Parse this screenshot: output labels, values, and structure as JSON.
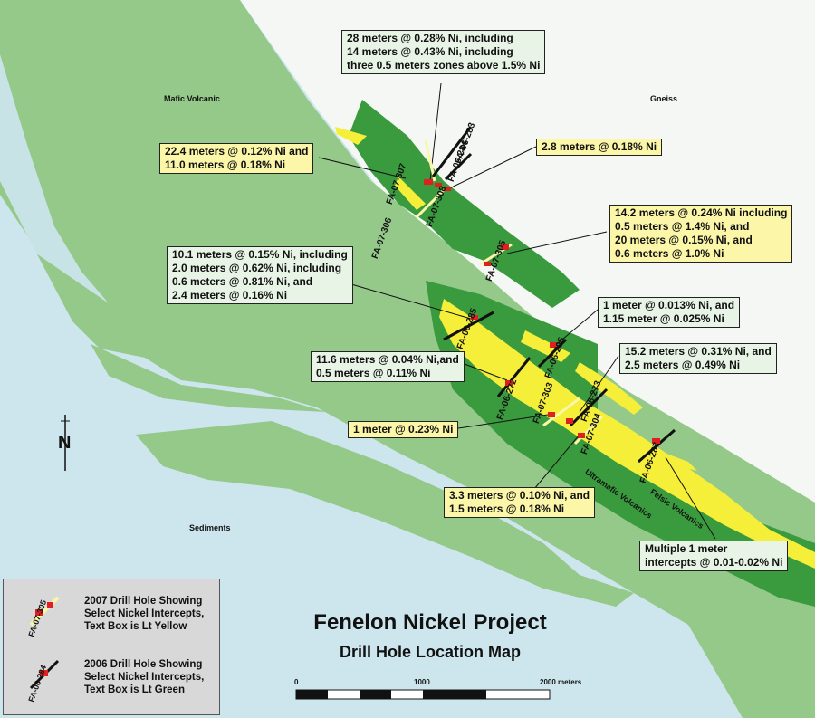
{
  "title": "Fenelon Nickel Project",
  "subtitle": "Drill Hole Location Map",
  "north_label": "N",
  "geology": {
    "mafic": "Mafic Volcanic",
    "gneiss": "Gneiss",
    "sediments": "Sediments",
    "ultramafic": "Ultramafic Volcanics",
    "felsic": "Felsic Volcanics"
  },
  "colors": {
    "water": "#cde6ee",
    "mafic": "#95c98a",
    "ultramafic": "#3a9a3e",
    "felsic": "#f5ef3a",
    "gneiss": "#f4f7f4",
    "box_2007": "#fbf6a8",
    "box_2006": "#e8f4e6"
  },
  "drill_holes": [
    "FA-06-283",
    "FA-06-284",
    "FA-07-307",
    "FA-07-308",
    "FA-07-306",
    "FA-07-305",
    "FA-06-285",
    "FA-06-295",
    "FA-06-272",
    "FA-07-303",
    "FA-06-273",
    "FA-07-304",
    "FA-06-287"
  ],
  "intercepts": [
    {
      "id": "b1",
      "lines": [
        "28 meters @ 0.28% Ni, including",
        "14 meters @ 0.43% Ni, including",
        "three 0.5 meters zones above 1.5% Ni"
      ]
    },
    {
      "id": "b2",
      "lines": [
        "22.4 meters @ 0.12% Ni and",
        "11.0 meters @ 0.18% Ni"
      ]
    },
    {
      "id": "b3",
      "lines": [
        "2.8 meters @ 0.18% Ni"
      ]
    },
    {
      "id": "b4",
      "lines": [
        "14.2 meters @ 0.24% Ni including",
        "0.5 meters @ 1.4% Ni, and",
        "20 meters @ 0.15% Ni, and",
        "0.6 meters @ 1.0% Ni"
      ]
    },
    {
      "id": "b5",
      "lines": [
        "10.1 meters @ 0.15% Ni, including",
        "2.0 meters @ 0.62% Ni, including",
        "0.6 meters @ 0.81% Ni, and",
        "2.4 meters @ 0.16% Ni"
      ]
    },
    {
      "id": "b6",
      "lines": [
        "1 meter @ 0.013% Ni, and",
        "1.15 meter @ 0.025% Ni"
      ]
    },
    {
      "id": "b7",
      "lines": [
        "11.6 meters @ 0.04% Ni,and",
        "0.5 meters @ 0.11% Ni"
      ]
    },
    {
      "id": "b8",
      "lines": [
        "15.2 meters @ 0.31% Ni, and",
        "2.5 meters @ 0.49% Ni"
      ]
    },
    {
      "id": "b9",
      "lines": [
        "1 meter @ 0.23% Ni"
      ]
    },
    {
      "id": "b10",
      "lines": [
        "3.3 meters @ 0.10% Ni, and",
        "1.5 meters @ 0.18% Ni"
      ]
    },
    {
      "id": "b11",
      "lines": [
        "Multiple 1 meter",
        "intercepts @ 0.01-0.02% Ni"
      ]
    }
  ],
  "legend": {
    "item_2007": {
      "hole": "FA-07-305",
      "lines": [
        "2007 Drill Hole Showing",
        "Select Nickel Intercepts,",
        "Text Box is Lt Yellow"
      ]
    },
    "item_2006": {
      "hole": "FA-06-284",
      "lines": [
        "2006 Drill Hole Showing",
        "Select Nickel Intercepts,",
        "Text Box is Lt Green"
      ]
    }
  },
  "scale": {
    "labels": [
      "0",
      "1000",
      "2000 meters"
    ]
  }
}
